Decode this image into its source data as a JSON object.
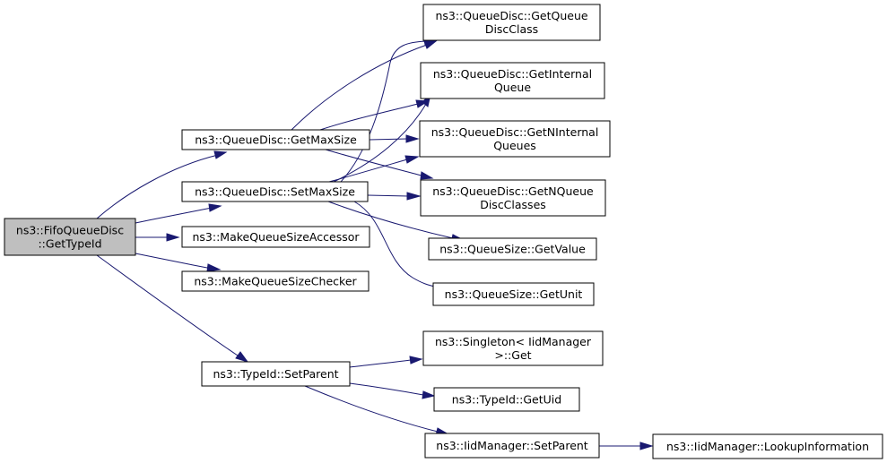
{
  "nodes": {
    "fifo_get_type_id": [
      "ns3::FifoQueueDisc",
      "::GetTypeId"
    ],
    "get_max_size": [
      "ns3::QueueDisc::GetMaxSize"
    ],
    "set_max_size": [
      "ns3::QueueDisc::SetMaxSize"
    ],
    "make_accessor": [
      "ns3::MakeQueueSizeAccessor"
    ],
    "make_checker": [
      "ns3::MakeQueueSizeChecker"
    ],
    "set_parent": [
      "ns3::TypeId::SetParent"
    ],
    "get_queue_disc_class": [
      "ns3::QueueDisc::GetQueue",
      "DiscClass"
    ],
    "get_internal_queue": [
      "ns3::QueueDisc::GetInternal",
      "Queue"
    ],
    "get_n_internal_queues": [
      "ns3::QueueDisc::GetNInternal",
      "Queues"
    ],
    "get_n_queue_disc_classes": [
      "ns3::QueueDisc::GetNQueue",
      "DiscClasses"
    ],
    "queue_size_get_value": [
      "ns3::QueueSize::GetValue"
    ],
    "queue_size_get_unit": [
      "ns3::QueueSize::GetUnit"
    ],
    "singleton_get": [
      "ns3::Singleton< IidManager",
      ">::Get"
    ],
    "typeid_get_uid": [
      "ns3::TypeId::GetUid"
    ],
    "iid_set_parent": [
      "ns3::IidManager::SetParent"
    ],
    "iid_lookup_information": [
      "ns3::IidManager::LookupInformation"
    ]
  },
  "edges": [
    [
      "fifo_get_type_id",
      "get_max_size"
    ],
    [
      "fifo_get_type_id",
      "set_max_size"
    ],
    [
      "fifo_get_type_id",
      "make_accessor"
    ],
    [
      "fifo_get_type_id",
      "make_checker"
    ],
    [
      "fifo_get_type_id",
      "set_parent"
    ],
    [
      "get_max_size",
      "get_queue_disc_class"
    ],
    [
      "get_max_size",
      "get_internal_queue"
    ],
    [
      "get_max_size",
      "get_n_internal_queues"
    ],
    [
      "get_max_size",
      "get_n_queue_disc_classes"
    ],
    [
      "set_max_size",
      "get_queue_disc_class"
    ],
    [
      "set_max_size",
      "get_internal_queue"
    ],
    [
      "set_max_size",
      "get_n_internal_queues"
    ],
    [
      "set_max_size",
      "get_n_queue_disc_classes"
    ],
    [
      "set_max_size",
      "queue_size_get_value"
    ],
    [
      "set_max_size",
      "queue_size_get_unit"
    ],
    [
      "set_parent",
      "singleton_get"
    ],
    [
      "set_parent",
      "typeid_get_uid"
    ],
    [
      "set_parent",
      "iid_set_parent"
    ],
    [
      "iid_set_parent",
      "iid_lookup_information"
    ]
  ]
}
